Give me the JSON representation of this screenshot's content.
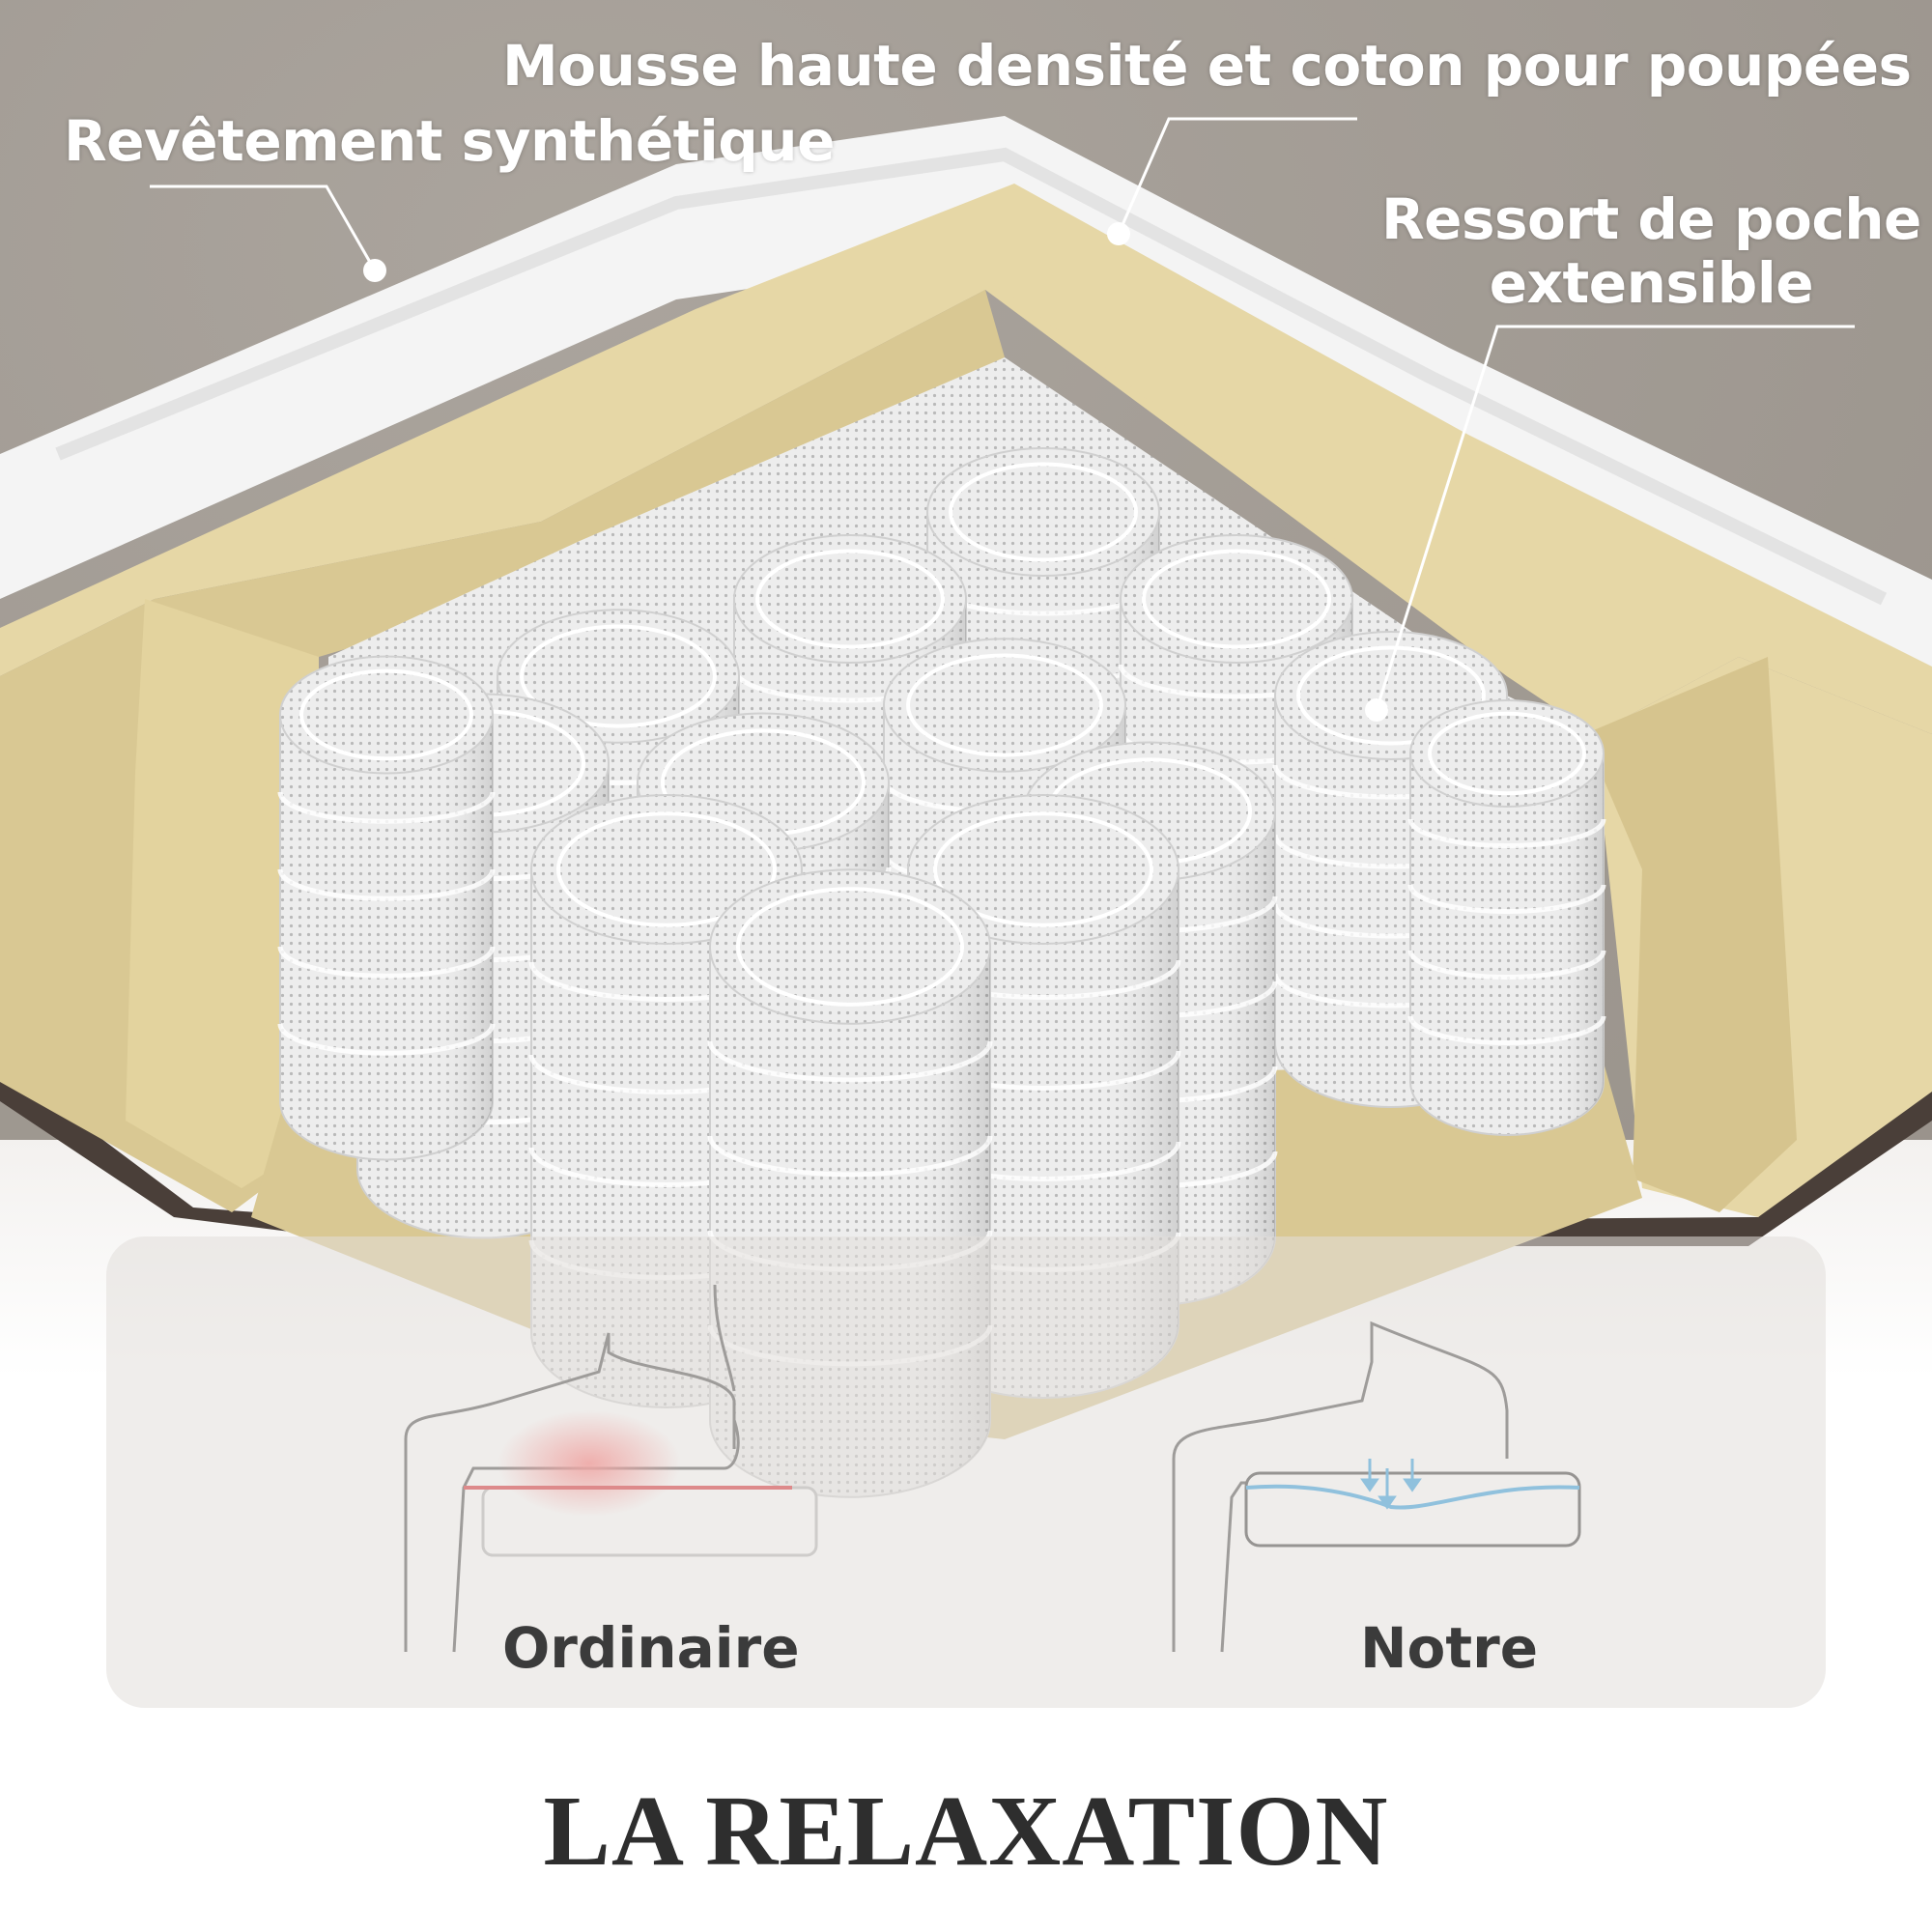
{
  "labels": {
    "cover": "Revêtement synthétique",
    "foam": "Mousse haute densité et coton pour poupées",
    "spring_line1": "Ressort de poche",
    "spring_line2": "extensible"
  },
  "comparison": {
    "ordinary": "Ordinaire",
    "ours": "Notre"
  },
  "title": "LA RELAXATION",
  "colors": {
    "background_top": "#a19a92",
    "foam": "#e6d7a6",
    "foam_shadow": "#c7b683",
    "cover_white": "#f4f4f4",
    "spring_fabric": "#e9e9e9",
    "pressure_red": "#d8252b",
    "support_blue": "#2e9ee0",
    "title_text": "#2e2e2e"
  }
}
